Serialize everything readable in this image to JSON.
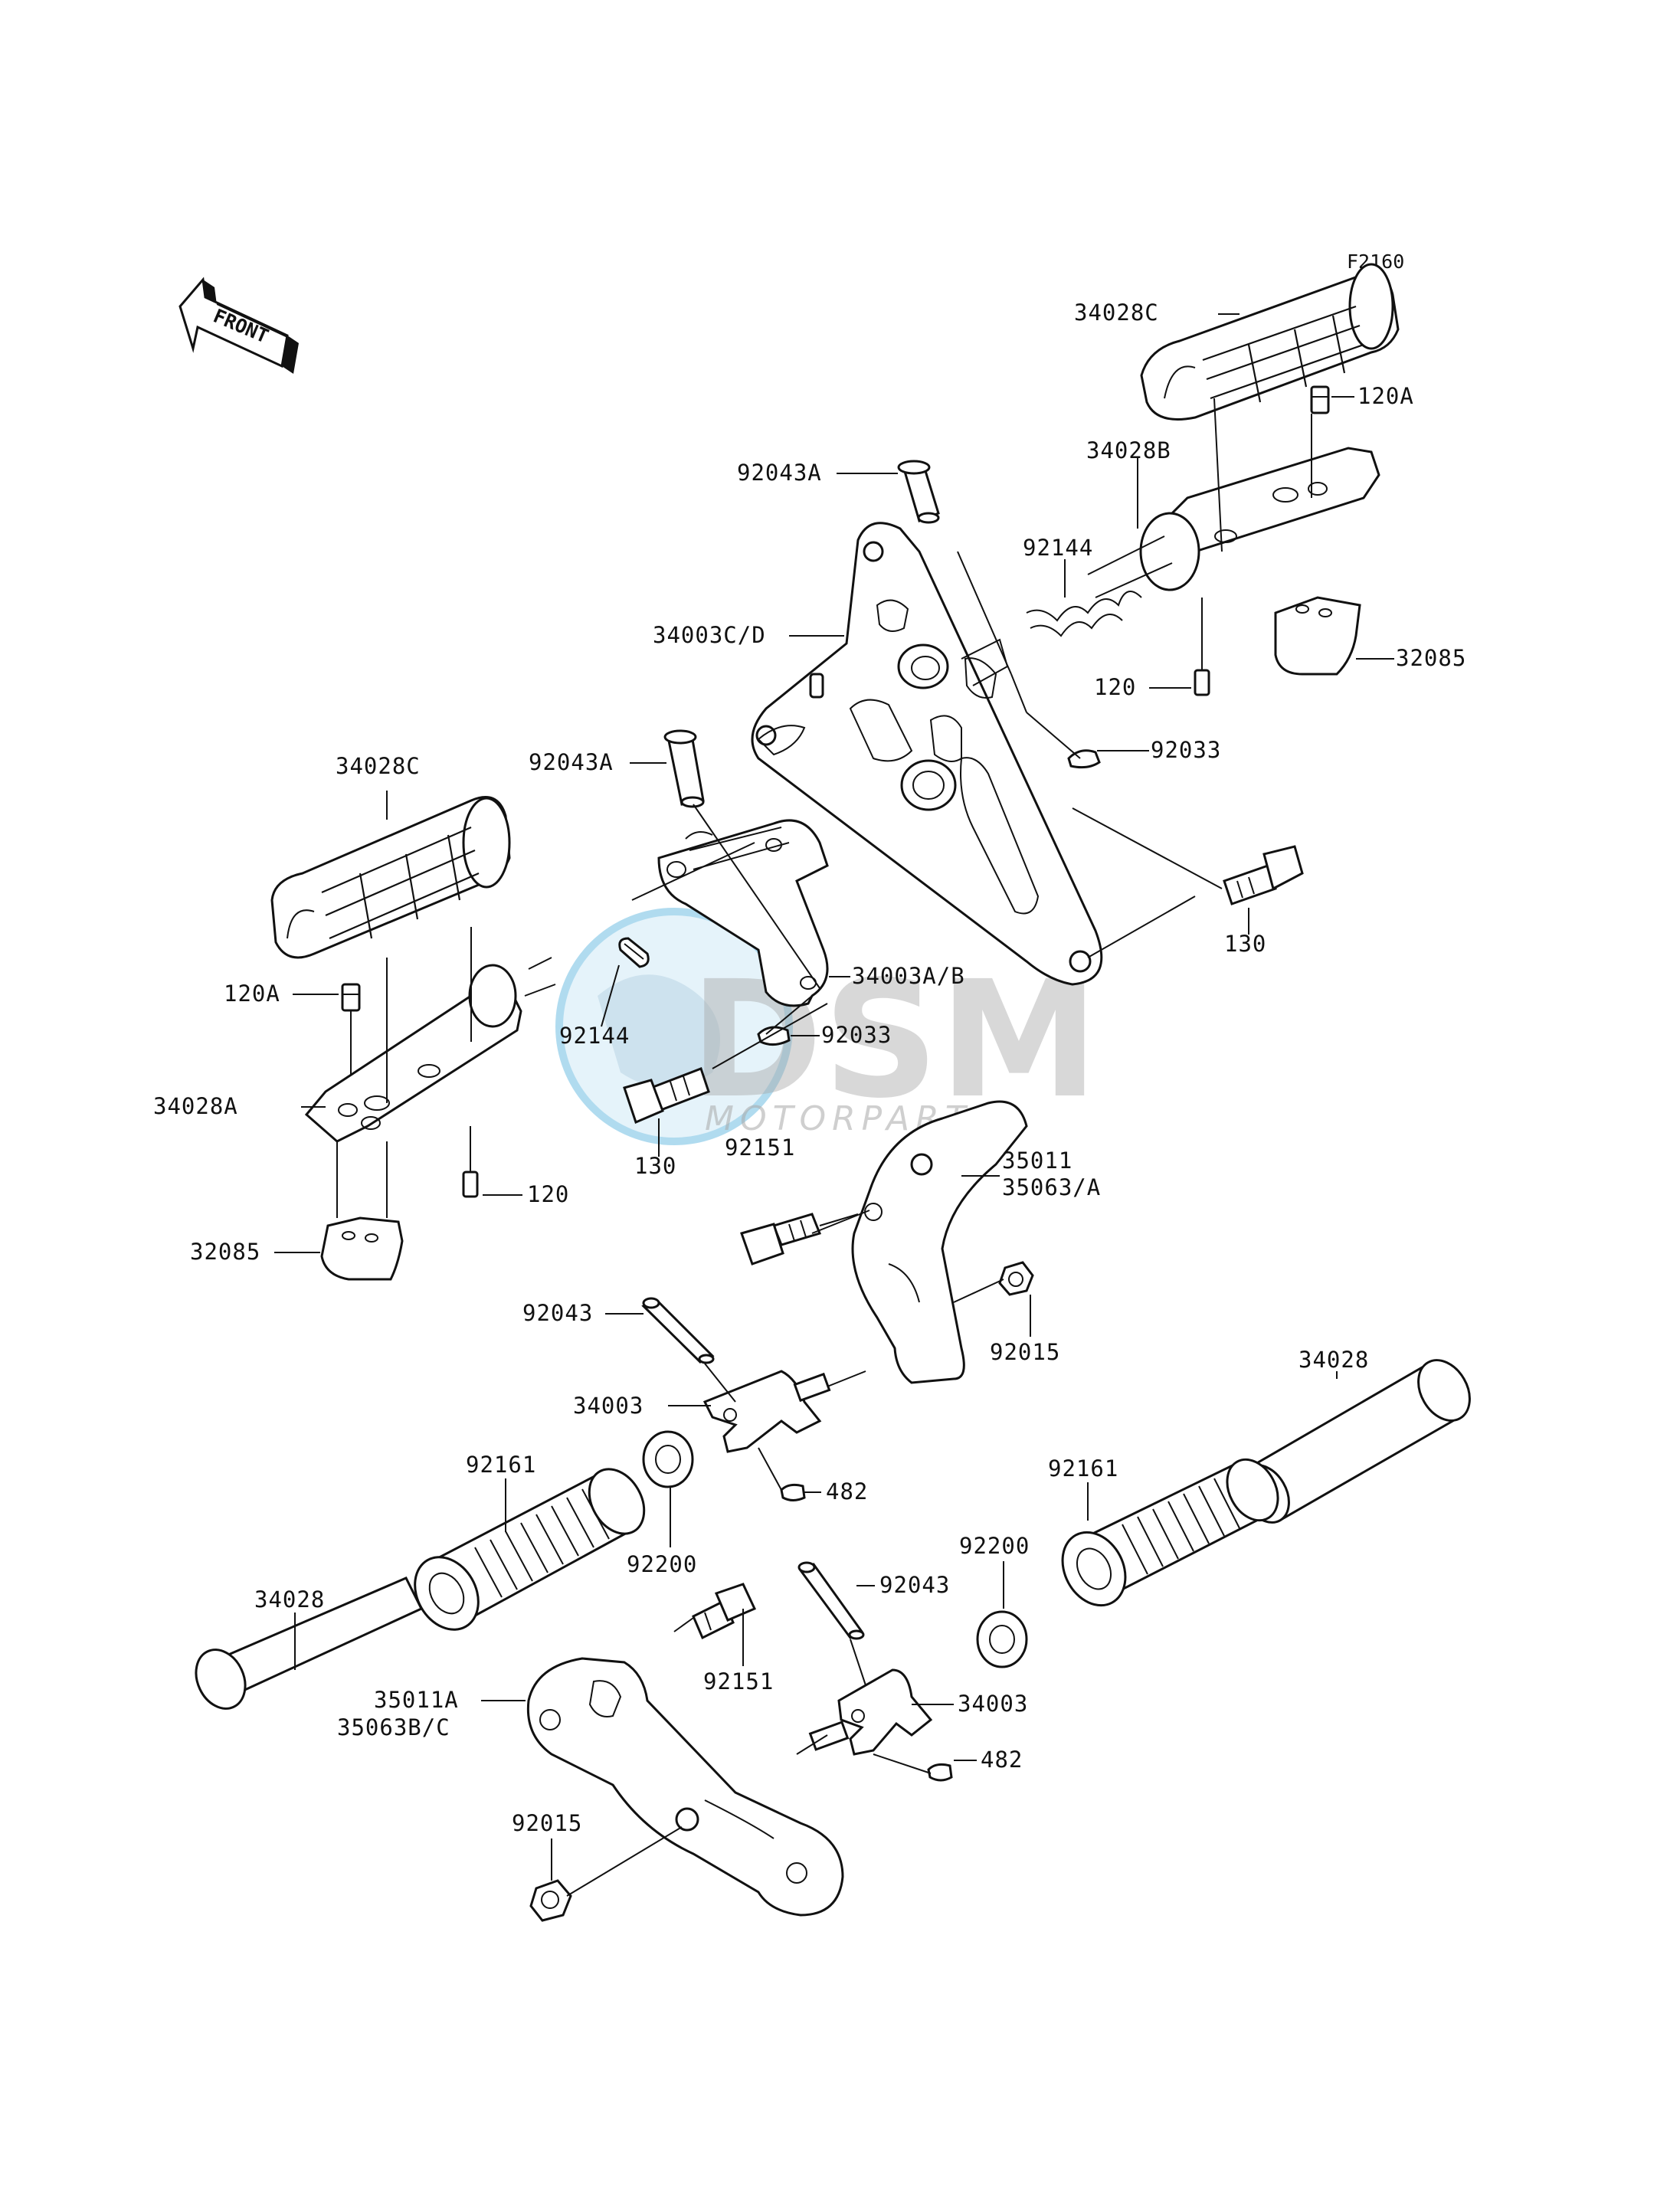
{
  "diagram": {
    "code": "F2160",
    "front_label": "FRONT",
    "watermark": {
      "brand": "DSM",
      "sub": "MOTORPARTS"
    },
    "labels": {
      "l34028C_top": "34028C",
      "l120A_top": "120A",
      "l34028B": "34028B",
      "l92043A_top": "92043A",
      "l92144_top": "92144",
      "l34003CD": "34003C/D",
      "l32085_top": "32085",
      "l120_top": "120",
      "l92033_top": "92033",
      "l92043A_mid": "92043A",
      "l34028C_left": "34028C",
      "l130_right": "130",
      "l34003AB": "34003A/B",
      "l120A_left": "120A",
      "l92144_left": "92144",
      "l92033_mid": "92033",
      "l34028A": "34028A",
      "l130_mid": "130",
      "l92151_top": "92151",
      "l35011": "35011",
      "l35063A": "35063/A",
      "l120_left": "120",
      "l32085_left": "32085",
      "l92043_mid": "92043",
      "l92015_right": "92015",
      "l34003_mid": "34003",
      "l34028_right": "34028",
      "l482_mid": "482",
      "l92161_left": "92161",
      "l92161_right": "92161",
      "l92200_left": "92200",
      "l92200_right": "92200",
      "l34028_left": "34028",
      "l92043_low": "92043",
      "l92151_low": "92151",
      "l35011A": "35011A",
      "l35063BC": "35063B/C",
      "l34003_low": "34003",
      "l482_low": "482",
      "l92015_left": "92015"
    }
  }
}
